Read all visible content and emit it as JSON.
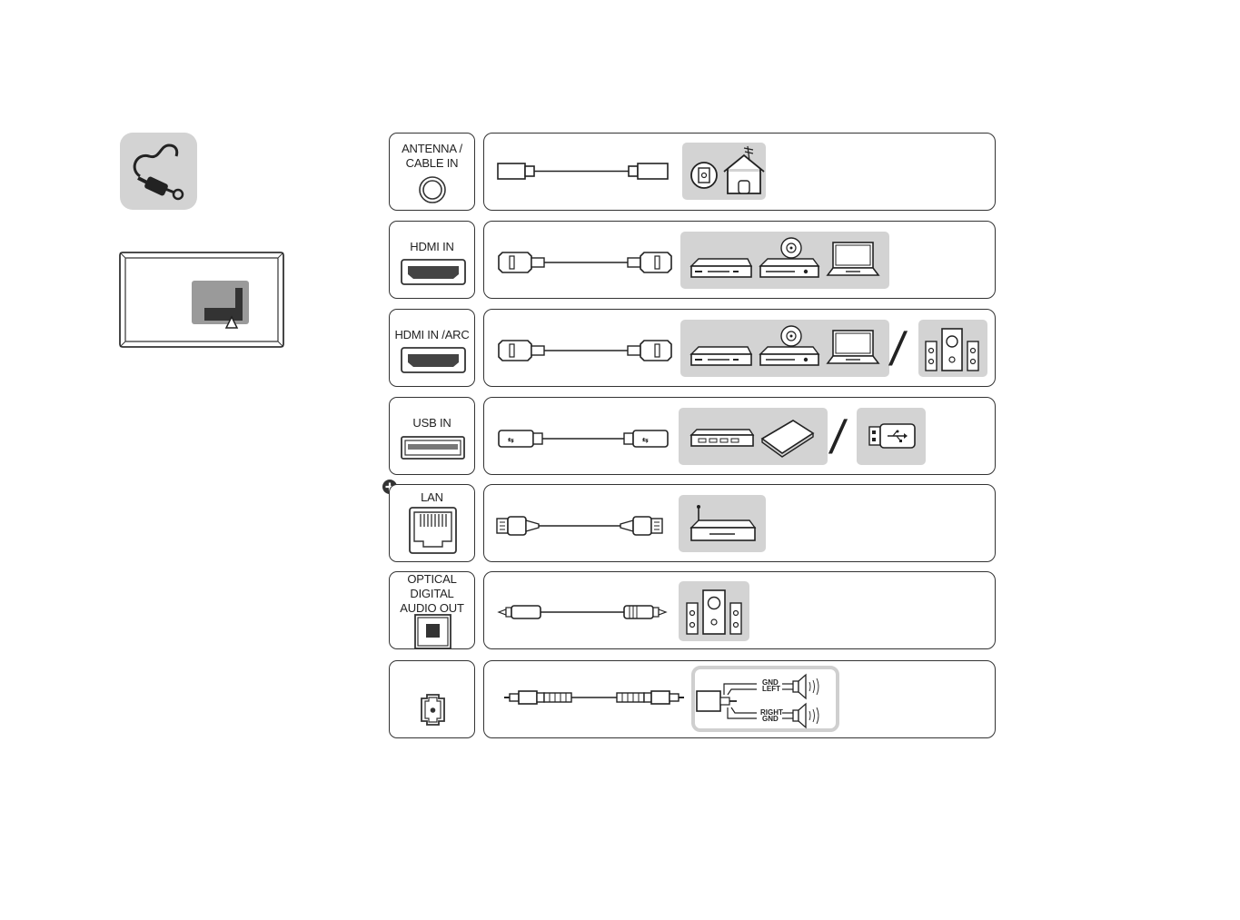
{
  "ports": [
    {
      "id": "antenna",
      "label": "ANTENNA /\nCABLE IN"
    },
    {
      "id": "hdmi",
      "label": "HDMI IN"
    },
    {
      "id": "hdmi-arc",
      "label": "HDMI IN /ARC"
    },
    {
      "id": "usb",
      "label": "USB IN"
    },
    {
      "id": "lan",
      "label": "LAN"
    },
    {
      "id": "optical",
      "label": "OPTICAL\nDIGITAL\nAUDIO OUT"
    },
    {
      "id": "audio-jack",
      "label": ""
    }
  ],
  "separators": {
    "slash": "/"
  },
  "speaker_wiring": {
    "top_gnd": "GND",
    "left": "LEFT",
    "right": "RIGHT",
    "bottom_gnd": "GND"
  },
  "colors": {
    "tile": "#d3d3d3",
    "outline": "#333333",
    "dark": "#444444"
  }
}
